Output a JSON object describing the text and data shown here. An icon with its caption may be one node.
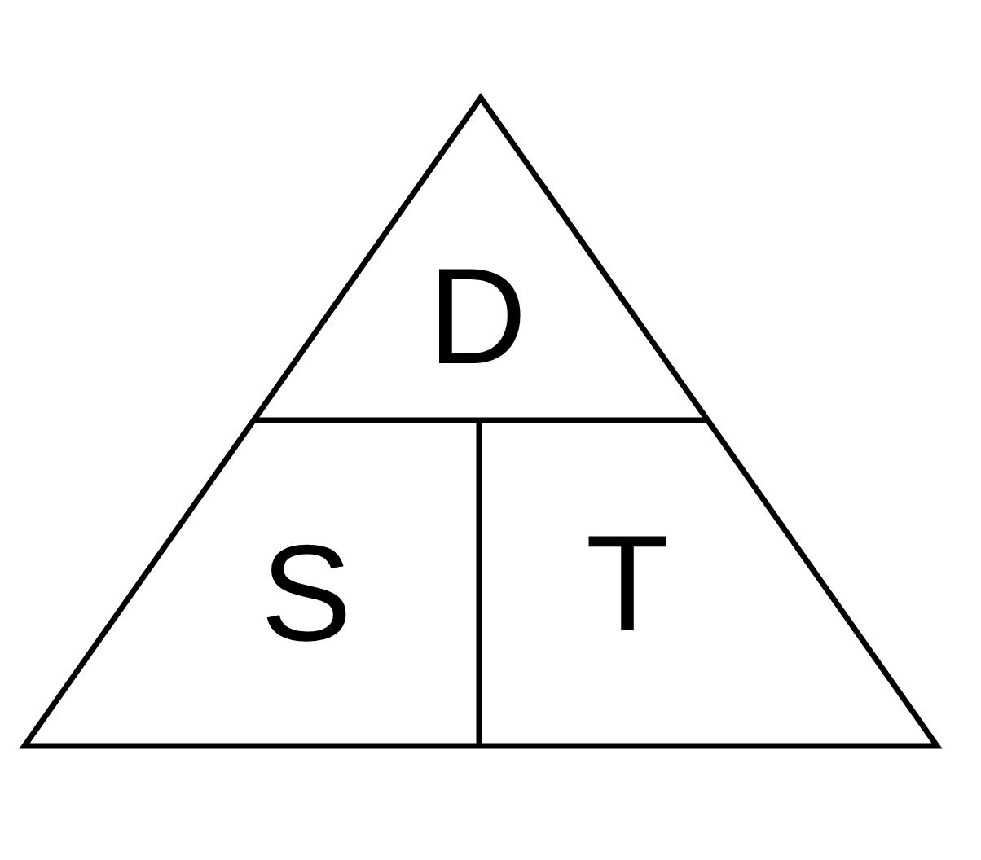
{
  "diagram": {
    "labels": [
      "D",
      "S",
      "T"
    ]
  }
}
